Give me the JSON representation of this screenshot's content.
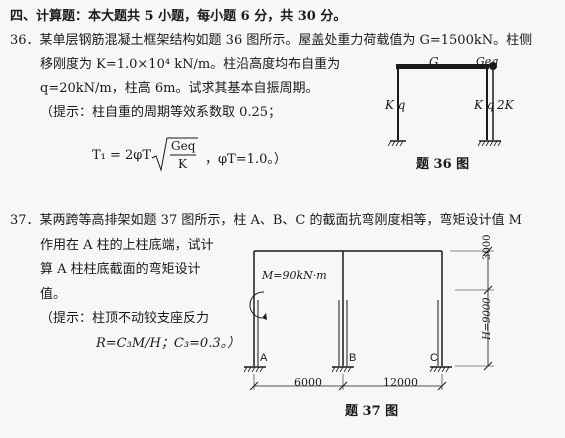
{
  "section": {
    "heading": "四、计算题：本大题共 5 小题，每小题 6 分，共 30 分。"
  },
  "q36": {
    "line1": "36．某单层钢筋混凝土框架结构如题 36 图所示。屋盖处重力荷载值为 G=1500kN。柱侧",
    "line2": "移刚度为 K=1.0×10⁴ kN/m。柱沿高度均布自重为",
    "line3": "q=20kN/m，柱高 6m。试求其基本自振周期。",
    "line4": "（提示：柱自重的周期等效系数取 0.25；",
    "formula_lhs": "T₁ = 2φT",
    "formula_num": "Geq",
    "formula_den": "K",
    "formula_tail": "，φT=1.0。）",
    "figure": {
      "caption": "题 36 图",
      "label_G": "G",
      "label_Geq": "Geq",
      "label_Kq_left": "K q",
      "label_Kq_mid": "K q",
      "label_2K": "2K"
    }
  },
  "q37": {
    "line1": "37．某两跨等高排架如题 37 图所示，柱 A、B、C 的截面抗弯刚度相等，弯矩设计值 M",
    "line2": "作用在 A 柱的上柱底端，试计",
    "line3": "算 A 柱柱底截面的弯矩设计",
    "line4": "值。",
    "line5": "（提示：柱顶不动铰支座反力",
    "line6": "R=C₃M/H；C₃=0.3。）",
    "figure": {
      "caption": "题 37 图",
      "moment_label": "M=90kN·m",
      "col_A": "A",
      "col_B": "B",
      "col_C": "C",
      "dim_top": "3000",
      "dim_H": "H=9000",
      "span1": "6000",
      "span2": "12000"
    }
  }
}
